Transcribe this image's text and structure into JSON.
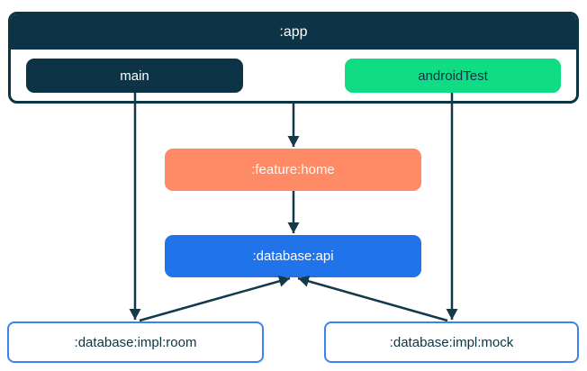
{
  "diagram": {
    "type": "module-dependency-graph",
    "container": {
      "label": ":app",
      "source_sets": [
        "main",
        "androidTest"
      ]
    },
    "nodes": {
      "app": {
        "label": ":app",
        "fill": "#0c3446",
        "text_color": "#ffffff"
      },
      "main": {
        "label": "main",
        "fill": "#0c3446",
        "text_color": "#ffffff"
      },
      "androidTest": {
        "label": "androidTest",
        "fill": "#10dc84",
        "text_color": "#0c3446"
      },
      "featureHome": {
        "label": ":feature:home",
        "fill": "#ff8a66",
        "text_color": "#ffffff"
      },
      "databaseApi": {
        "label": ":database:api",
        "fill": "#2073e8",
        "text_color": "#ffffff"
      },
      "databaseImplRoom": {
        "label": ":database:impl:room",
        "fill": "#ffffff",
        "border_color": "#3b82ee",
        "text_color": "#0c3446"
      },
      "databaseImplMock": {
        "label": ":database:impl:mock",
        "fill": "#ffffff",
        "border_color": "#3b82ee",
        "text_color": "#0c3446"
      }
    },
    "edges": [
      {
        "from": "main",
        "to": ":database:impl:room",
        "arrow": "down"
      },
      {
        "from": ":app",
        "to": ":feature:home",
        "arrow": "down"
      },
      {
        "from": "androidTest",
        "to": ":database:impl:mock",
        "arrow": "down"
      },
      {
        "from": ":feature:home",
        "to": ":database:api",
        "arrow": "down"
      },
      {
        "from": ":database:impl:room",
        "to": ":database:api",
        "arrow": "up-diagonal"
      },
      {
        "from": ":database:impl:mock",
        "to": ":database:api",
        "arrow": "up-diagonal"
      }
    ],
    "edge_color": "#12394c",
    "background": "#ffffff"
  }
}
